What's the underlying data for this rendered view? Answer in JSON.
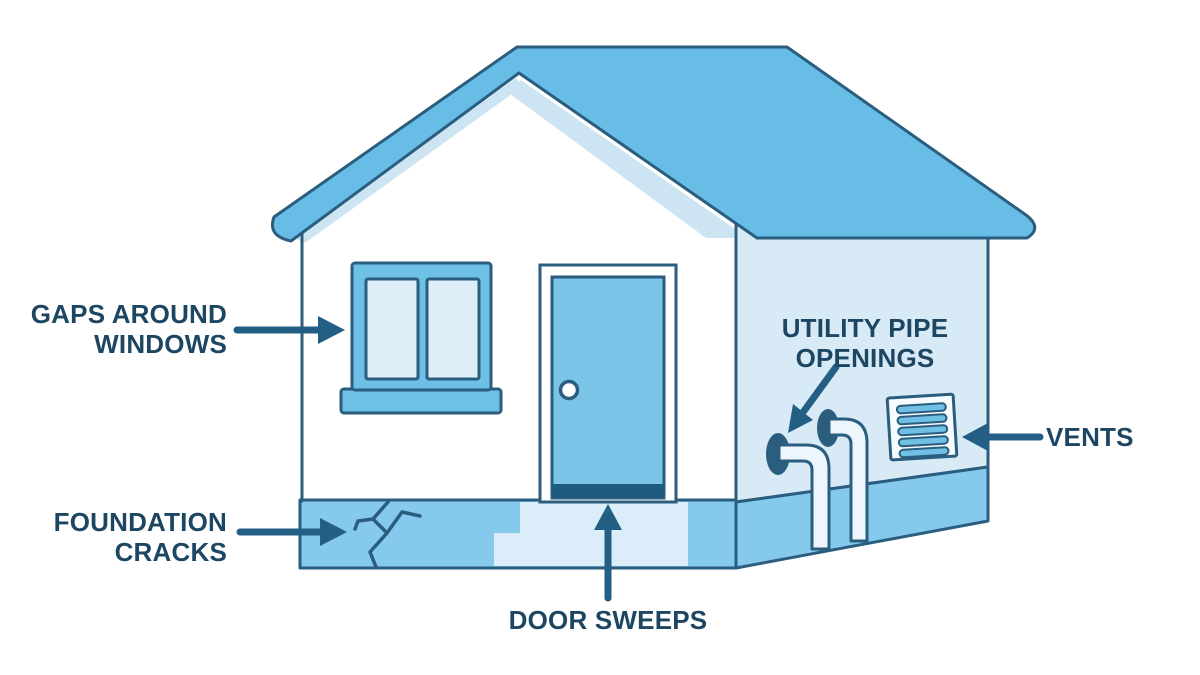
{
  "labels": {
    "gaps_around_windows": {
      "line1": "GAPS AROUND",
      "line2": "WINDOWS"
    },
    "foundation_cracks": {
      "line1": "FOUNDATION",
      "line2": "CRACKS"
    },
    "door_sweeps": {
      "text": "DOOR SWEEPS"
    },
    "utility_pipe_openings": {
      "line1": "UTILITY PIPE",
      "line2": "OPENINGS"
    },
    "vents": {
      "text": "VENTS"
    }
  },
  "colors": {
    "label-text": "#1d4663",
    "outline": "#2b5d7f",
    "arrow": "#235e84",
    "roof": "#67bde5",
    "wall-front": "#ffffff",
    "wall-side": "#d7eaf6",
    "foundation": "#85caec",
    "porch": "#dbedf9",
    "window-frame": "#6ec0e6",
    "window-pane": "#ddeef9",
    "door": "#7ac4e8",
    "door-sweep": "#1f5a80",
    "pipe": "#edf6fc",
    "gable-shadow": "#cde5f2",
    "vent-frame": "#f6fbfe",
    "vent-slat": "#6fc0e4"
  }
}
